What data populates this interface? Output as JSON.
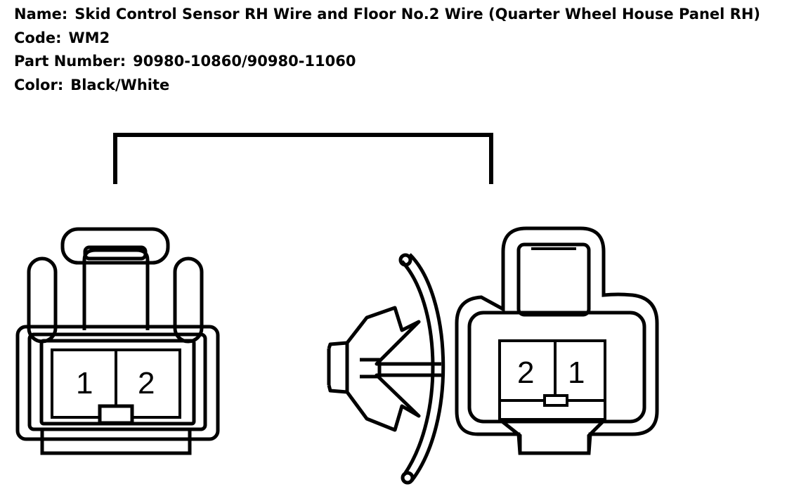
{
  "info": {
    "name_label": "Name:",
    "name_value": "Skid Control Sensor RH Wire and Floor No.2 Wire (Quarter Wheel House Panel RH)",
    "code_label": "Code:",
    "code_value": "WM2",
    "part_label": "Part Number:",
    "part_value": "90980-10860/90980-11060",
    "color_label": "Color:",
    "color_value": "Black/White"
  },
  "connectors": {
    "left": {
      "pin_a": "1",
      "pin_b": "2"
    },
    "right": {
      "pin_a": "2",
      "pin_b": "1"
    }
  }
}
